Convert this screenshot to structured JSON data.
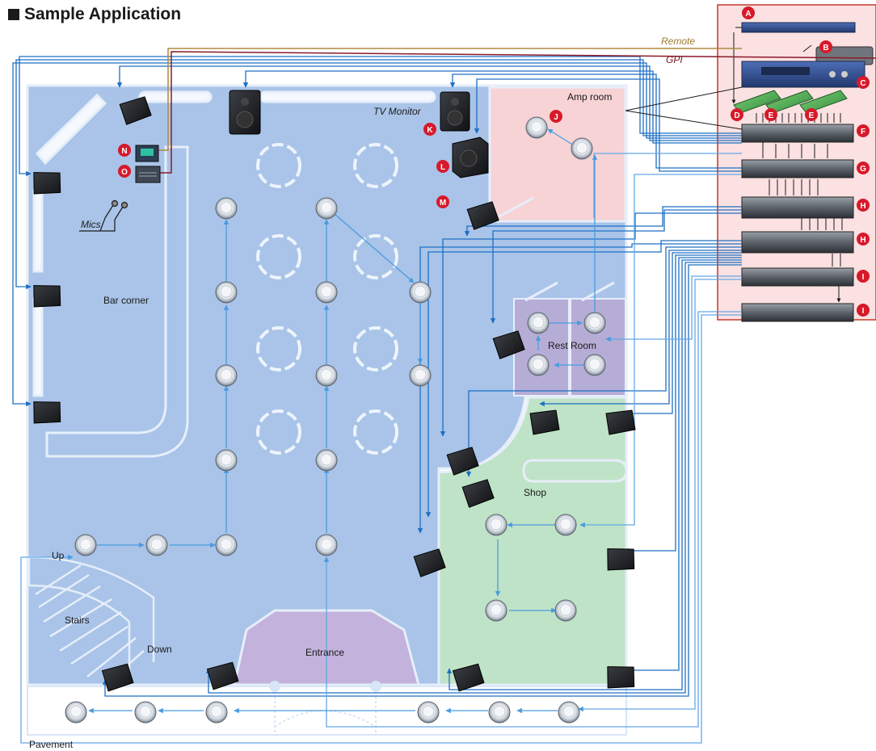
{
  "title": "Sample Application",
  "labels": {
    "remote": "Remote",
    "gpi": "GPI",
    "tv_monitor": "TV Monitor",
    "amp_room": "Amp room",
    "mics": "Mics",
    "bar_corner": "Bar corner",
    "rest_room": "Rest Room",
    "shop": "Shop",
    "up": "Up",
    "stairs": "Stairs",
    "down": "Down",
    "entrance": "Entrance",
    "pavement": "Pavement"
  },
  "markers": {
    "a": "A",
    "b": "B",
    "c": "C",
    "d": "D",
    "e1": "E",
    "e2": "E",
    "f": "F",
    "g": "G",
    "h1": "H",
    "h2": "H",
    "i1": "I",
    "i2": "I",
    "j": "J",
    "k": "K",
    "l": "L",
    "m": "M",
    "n": "N",
    "o": "O"
  },
  "colors": {
    "main_floor": "#a9c4e8",
    "amp_room": "#f7d3d6",
    "rest_room": "#b6add6",
    "shop": "#bfe3c6",
    "entrance": "#c3b2dc",
    "rack_panel": "#fbe1e1",
    "cable_blue": "#1e6fc4",
    "cable_light": "#63a8e6",
    "remote_line": "#b08a3e",
    "gpi_line": "#8b1a2a",
    "marker": "#d7192a",
    "outline": "#e6eefa"
  }
}
